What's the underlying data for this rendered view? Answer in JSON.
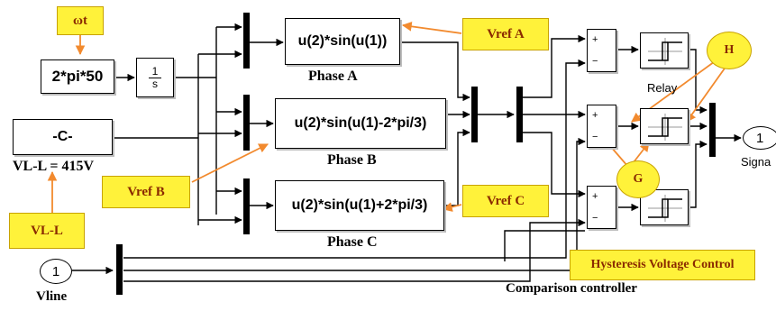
{
  "callouts": {
    "omega_t": "ωt",
    "vref_a": "Vref A",
    "vref_b": "Vref B",
    "vref_c": "Vref C",
    "vl_l": "VL-L",
    "h": "H",
    "g": "G",
    "hysteresis": "Hysteresis Voltage Control"
  },
  "blocks": {
    "gain": "2*pi*50",
    "integrator_num": "1",
    "integrator_den": "s",
    "constant": "-C-",
    "fcn_a": "u(2)*sin(u(1))",
    "fcn_b": "u(2)*sin(u(1)-2*pi/3)",
    "fcn_c": "u(2)*sin(u(1)+2*pi/3)",
    "sum_plus": "+",
    "sum_minus": "−",
    "in_port": "1",
    "out_port": "1"
  },
  "labels": {
    "phase_a": "Phase A",
    "phase_b": "Phase B",
    "phase_c": "Phase C",
    "vll_value": "VL-L = 415V",
    "relay": "Relay",
    "signal": "Signa",
    "vline": "Vline",
    "comparison": "Comparison controller"
  },
  "colors": {
    "callout_fill": "#fff23a",
    "callout_text": "#8a2a00",
    "arrow": "#f28a2e",
    "wire": "#000000"
  }
}
